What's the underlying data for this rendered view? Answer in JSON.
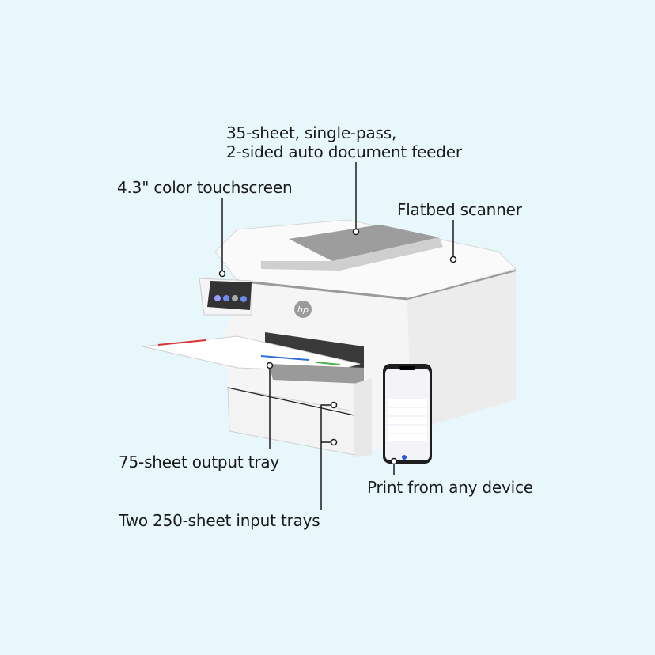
{
  "callouts": {
    "adf_line1": "35-sheet, single-pass,",
    "adf_line2": "2-sided auto document feeder",
    "touchscreen": "4.3\" color touchscreen",
    "flatbed": "Flatbed scanner",
    "output_tray": "75-sheet output tray",
    "input_trays": "Two 250-sheet input trays",
    "print_any_device": "Print from any device"
  },
  "product": {
    "brand_logo": "hp"
  },
  "colors": {
    "background": "#e7f7fc",
    "printer_body": "#f2f2f2",
    "callout_line": "#1a1a1a"
  }
}
